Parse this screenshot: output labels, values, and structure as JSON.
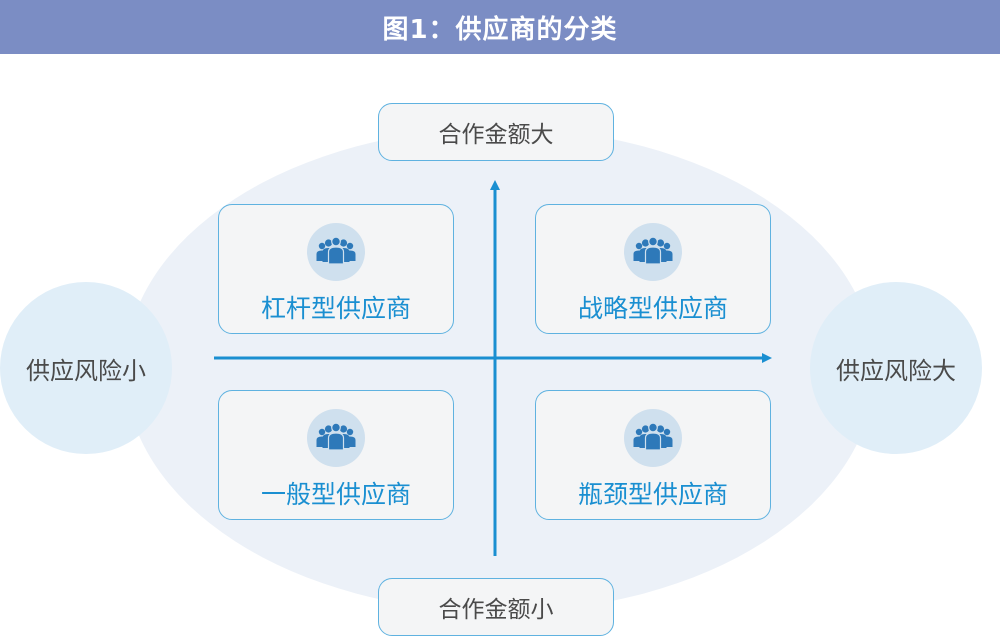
{
  "title": "图1：供应商的分类",
  "axis": {
    "top_label": "合作金额大",
    "bottom_label": "合作金额小",
    "left_label": "供应风险小",
    "right_label": "供应风险大"
  },
  "quadrants": {
    "top_left": {
      "label": "杠杆型供应商",
      "icon": "people-group-icon"
    },
    "top_right": {
      "label": "战略型供应商",
      "icon": "people-group-icon"
    },
    "bottom_left": {
      "label": "一般型供应商",
      "icon": "people-group-icon"
    },
    "bottom_right": {
      "label": "瓶颈型供应商",
      "icon": "people-group-icon"
    }
  },
  "colors": {
    "title_bar": "#7b8dc4",
    "accent": "#1a8fd1",
    "border": "#5fb2e0",
    "ellipse": "#ecf1f8",
    "icon": "#2e79b9"
  }
}
